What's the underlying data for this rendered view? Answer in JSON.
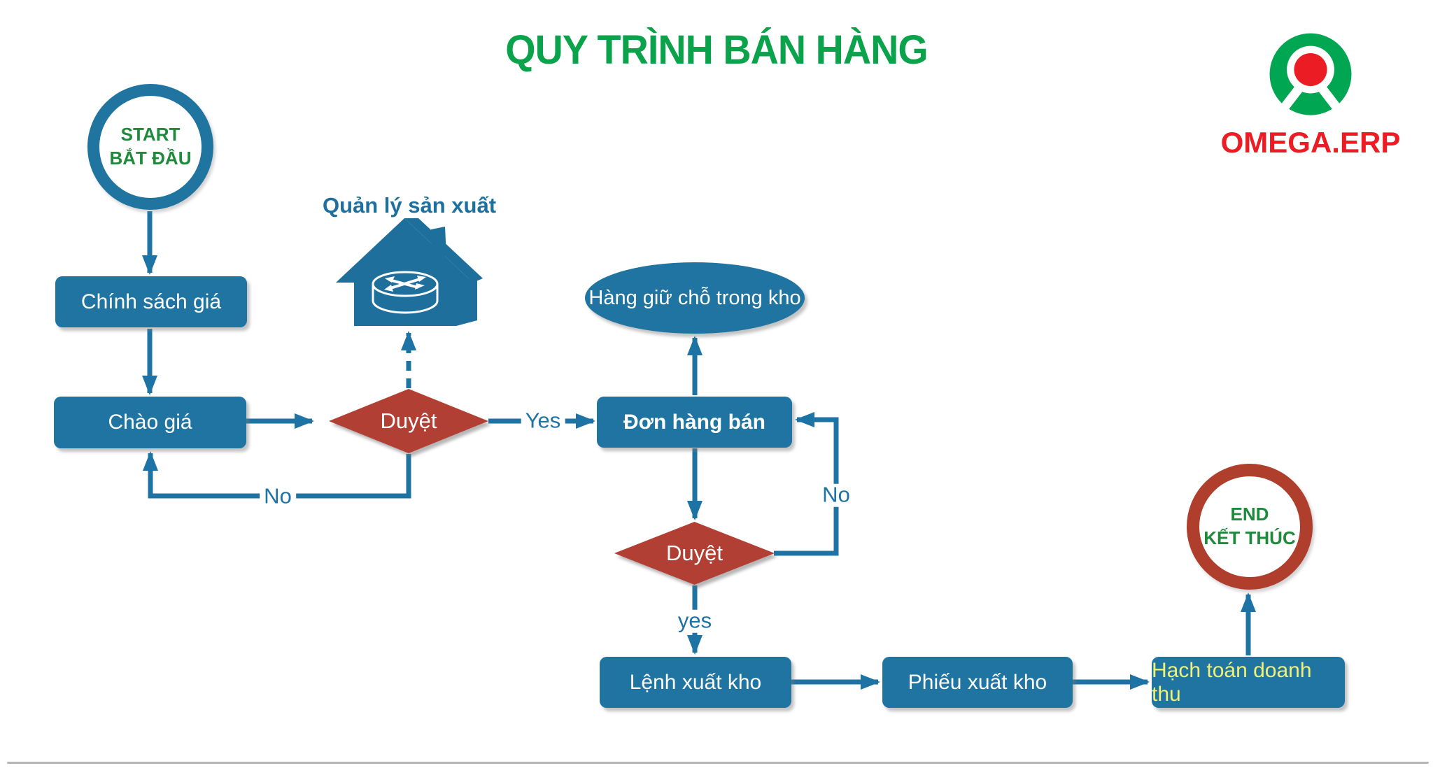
{
  "title": "QUY TRÌNH BÁN HÀNG",
  "logo": {
    "brand": "OMEGA.ERP"
  },
  "colors": {
    "shape_blue": "#1F74A2",
    "line_blue": "#1D73A3",
    "decision_red": "#B23F33",
    "end_ring_red": "#AF3E2D",
    "start_ring_blue": "#1F74A0",
    "title_green": "#0BA24C",
    "terminal_text_green": "#1F8A3B",
    "revenue_text_yellow": "#F0F175",
    "logo_green": "#00A651",
    "logo_red": "#EC1C24"
  },
  "nodes": {
    "start": {
      "line1": "START",
      "line2": "BẮT ĐẦU"
    },
    "chinh_sach_gia": {
      "label": "Chính sách giá"
    },
    "chao_gia": {
      "label": "Chào giá"
    },
    "quan_ly_san_xuat": {
      "label": "Quản lý sản xuất"
    },
    "duyet1": {
      "label": "Duyệt"
    },
    "hang_giu_cho": {
      "label": "Hàng giữ chỗ trong kho"
    },
    "don_hang_ban": {
      "label": "Đơn hàng bán"
    },
    "duyet2": {
      "label": "Duyệt"
    },
    "lenh_xuat_kho": {
      "label": "Lệnh xuất kho"
    },
    "phieu_xuat_kho": {
      "label": "Phiếu xuất kho"
    },
    "hach_toan_doanh_thu": {
      "label": "Hạch toán doanh thu"
    },
    "end": {
      "line1": "END",
      "line2": "KẾT THÚC"
    }
  },
  "edges": {
    "duyet1_yes": "Yes",
    "duyet1_no": "No",
    "duyet2_no": "No",
    "duyet2_yes": "yes"
  }
}
